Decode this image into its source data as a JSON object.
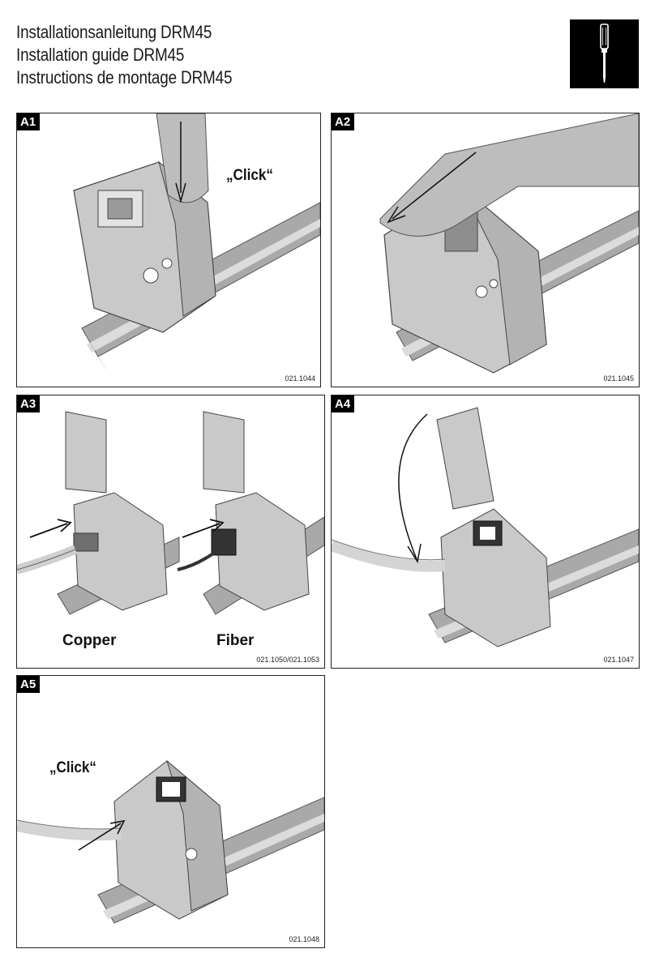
{
  "header": {
    "title_de": "Installationsanleitung DRM45",
    "title_en": "Installation guide DRM45",
    "title_fr": "Instructions de montage DRM45",
    "tool_icon": "screwdriver-icon"
  },
  "panels": [
    {
      "id": "A1",
      "ref": "021.1044",
      "callout": "„Click“"
    },
    {
      "id": "A2",
      "ref": "021.1045"
    },
    {
      "id": "A3",
      "ref": "021.1050/021.1053",
      "caption_left": "Copper",
      "caption_right": "Fiber"
    },
    {
      "id": "A4",
      "ref": "021.1047"
    },
    {
      "id": "A5",
      "ref": "021.1048",
      "callout": "„Click“"
    }
  ],
  "colors": {
    "housing": "#c9c9c9",
    "rail": "#8f8f8f",
    "ink": "#111111"
  }
}
